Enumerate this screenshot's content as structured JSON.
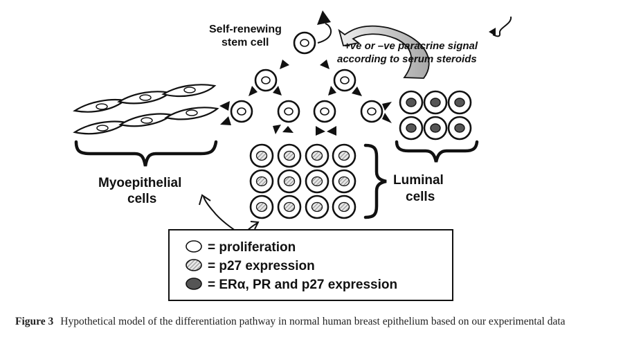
{
  "diagram": {
    "stem_label": [
      "Self-renewing",
      "stem cell"
    ],
    "signal_label": [
      "+ve or –ve paracrine signal",
      "according to serum steroids"
    ],
    "myoepithelial_label": [
      "Myoepithelial",
      "cells"
    ],
    "luminal_label": [
      "Luminal",
      "cells"
    ]
  },
  "legend": {
    "items": [
      {
        "marker": "open-cell-icon",
        "text": "= proliferation"
      },
      {
        "marker": "hatched-cell-icon",
        "text": "= p27 expression"
      },
      {
        "marker": "filled-cell-icon",
        "text": "= ERα, PR and p27 expression"
      }
    ]
  },
  "caption": {
    "label": "Figure 3",
    "text": "Hypothetical model of the differentiation pathway in normal human breast epithelium based on our experimental data"
  },
  "colors": {
    "ink": "#111111",
    "filled_nucleus": "#555555",
    "signal_arrow": "#c8c8c8"
  }
}
